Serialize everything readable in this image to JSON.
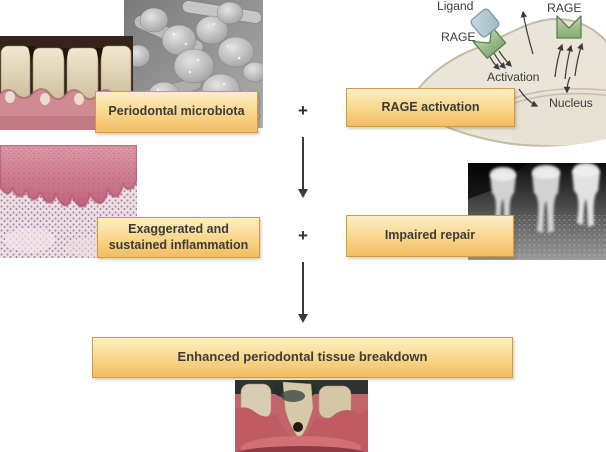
{
  "figure": {
    "background": "#ffffff",
    "colors": {
      "box_gradient_top": "#fdeec6",
      "box_gradient_bottom": "#f3bd63",
      "box_border": "#cf9a43",
      "label_text": "#3b3b3b",
      "arrow": "#3a3a3a",
      "cell_fill": "#eae5d8",
      "cell_border": "#c3baa7",
      "ligand_fill": "#b9cfd9",
      "ligand_border": "#7795a5",
      "receptor_fill": "#a9c798",
      "receptor_border": "#5a8150"
    },
    "boxes": {
      "periodontal_microbiota": "Periodontal microbiota",
      "rage_activation": "RAGE activation",
      "exaggerated_inflammation": "Exaggerated and sustained inflammation",
      "impaired_repair": "Impaired repair",
      "enhanced_breakdown": "Enhanced periodontal tissue breakdown"
    },
    "operators": {
      "plus_top": "+",
      "plus_bottom": "+"
    },
    "cell_diagram": {
      "ligand_label": "Ligand",
      "rage_left_label": "RAGE",
      "rage_right_label": "RAGE",
      "activation_label": "Activation",
      "nucleus_label": "Nucleus"
    },
    "images": {
      "teeth_photo": "gingivitis-teeth-photo",
      "sem": "oral-bacteria-sem-micrograph",
      "histology": "inflamed-gingiva-histology",
      "xray": "periodontal-bone-loss-radiograph",
      "clinical": "periodontitis-clinical-photo"
    }
  }
}
